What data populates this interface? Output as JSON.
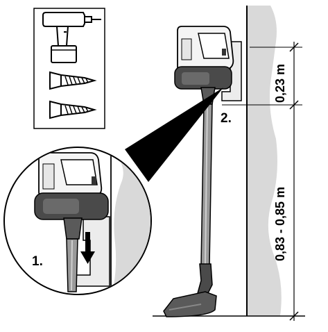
{
  "tools": {
    "items": [
      "drill",
      "screw",
      "screw"
    ]
  },
  "steps": {
    "step1": "1.",
    "step2": "2."
  },
  "dimensions": {
    "upper": "0,23 m",
    "lower": "0,83 - 0,85 m"
  },
  "colors": {
    "wall": "#d9d9d9",
    "wall_edge": "#000000",
    "vacuum_body": "#f4f4f4",
    "vacuum_dark": "#4a4a4a",
    "tube": "#9a9a9a",
    "outline": "#000000"
  }
}
